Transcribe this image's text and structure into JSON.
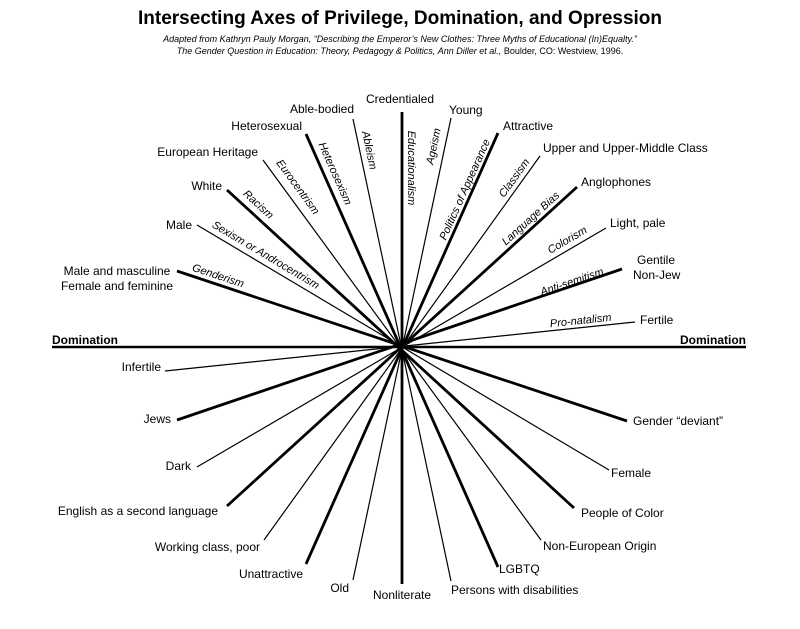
{
  "title": "Intersecting Axes of Privilege, Domination, and Opression",
  "subtitle_line1": "Adapted from Kathryn Pauly Morgan, “Describing the Emperor’s New Clothes: Three Myths of Educational (In)Equalty.”",
  "subtitle_line2_a": "The Gender Question in Education: Theory, Pedagogy & Politics,",
  "subtitle_line2_b": "Ann Diller et al.,",
  "subtitle_line2_c": "Boulder, CO: Westview, 1996.",
  "axis_label_left": "Domination",
  "axis_label_right": "Domination",
  "privileged_labels": {
    "fertile": "Fertile",
    "gentile": "Gentile",
    "non_jew": "Non-Jew",
    "light_pale": "Light, pale",
    "anglophones": "Anglophones",
    "upper_class": "Upper and Upper-Middle Class",
    "attractive": "Attractive",
    "young": "Young",
    "credentialed": "Credentialed",
    "able_bodied": "Able-bodied",
    "heterosexual": "Heterosexual",
    "european_heritage": "European Heritage",
    "white": "White",
    "male": "Male",
    "male_masculine": "Male and masculine",
    "female_feminine": "Female and feminine"
  },
  "oppression_labels": {
    "pronatalism": "Pro-natalism",
    "antisemitism": "Anti-semitism",
    "colorism": "Colorism",
    "language_bias": "Language Bias",
    "classism": "Classism",
    "politics_appearance": "Politics of Appearance",
    "ageism": "Ageism",
    "educationalism": "Educationalism",
    "ableism": "Ableism",
    "heterosexism": "Heterosexism",
    "eurocentrism": "Eurocentrism",
    "racism": "Racism",
    "sexism": "Sexism or Androcentrism",
    "genderism": "Genderism"
  },
  "oppressed_labels": {
    "infertile": "Infertile",
    "jews": "Jews",
    "dark": "Dark",
    "esl": "English as a second language",
    "working_class": "Working class, poor",
    "unattractive": "Unattractive",
    "old": "Old",
    "nonliterate": "Nonliterate",
    "disabilities": "Persons with disabilities",
    "lgbtq": "LGBTQ",
    "non_european": "Non-European Origin",
    "people_of_color": "People of Color",
    "female": "Female",
    "gender_deviant": "Gender “deviant”"
  }
}
